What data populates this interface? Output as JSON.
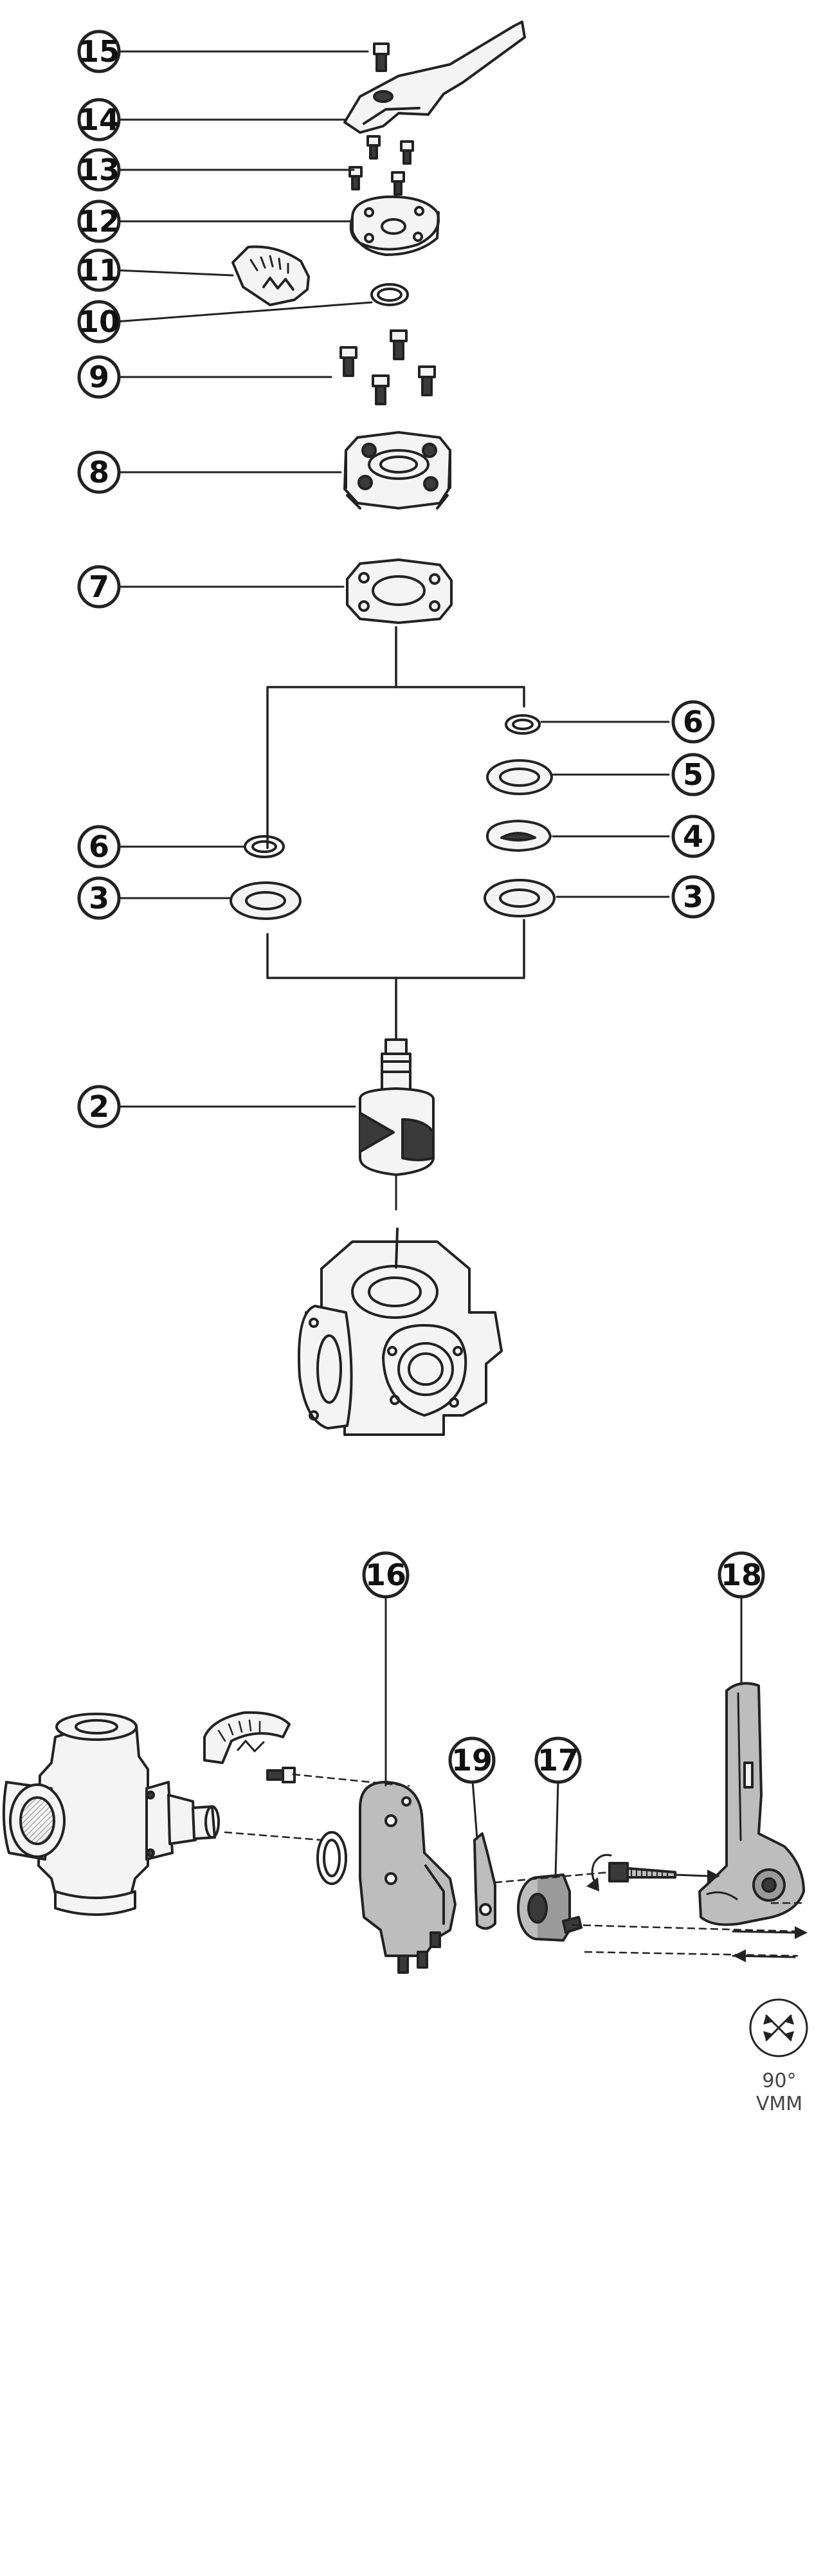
{
  "diagram": {
    "callouts_top": [
      "15",
      "14",
      "13",
      "12",
      "11",
      "10",
      "9",
      "8",
      "7",
      "6",
      "5",
      "4",
      "6",
      "3",
      "3",
      "2"
    ],
    "callouts_bottom": [
      "16",
      "18",
      "19",
      "17"
    ],
    "actuation_mode": {
      "angle": "90°",
      "label": "VMM"
    },
    "colors": {
      "line": "#222222",
      "part_fill": "#f4f4f4",
      "part_dark": "#3a3a3a",
      "part_mid": "#bdbdbd"
    }
  }
}
